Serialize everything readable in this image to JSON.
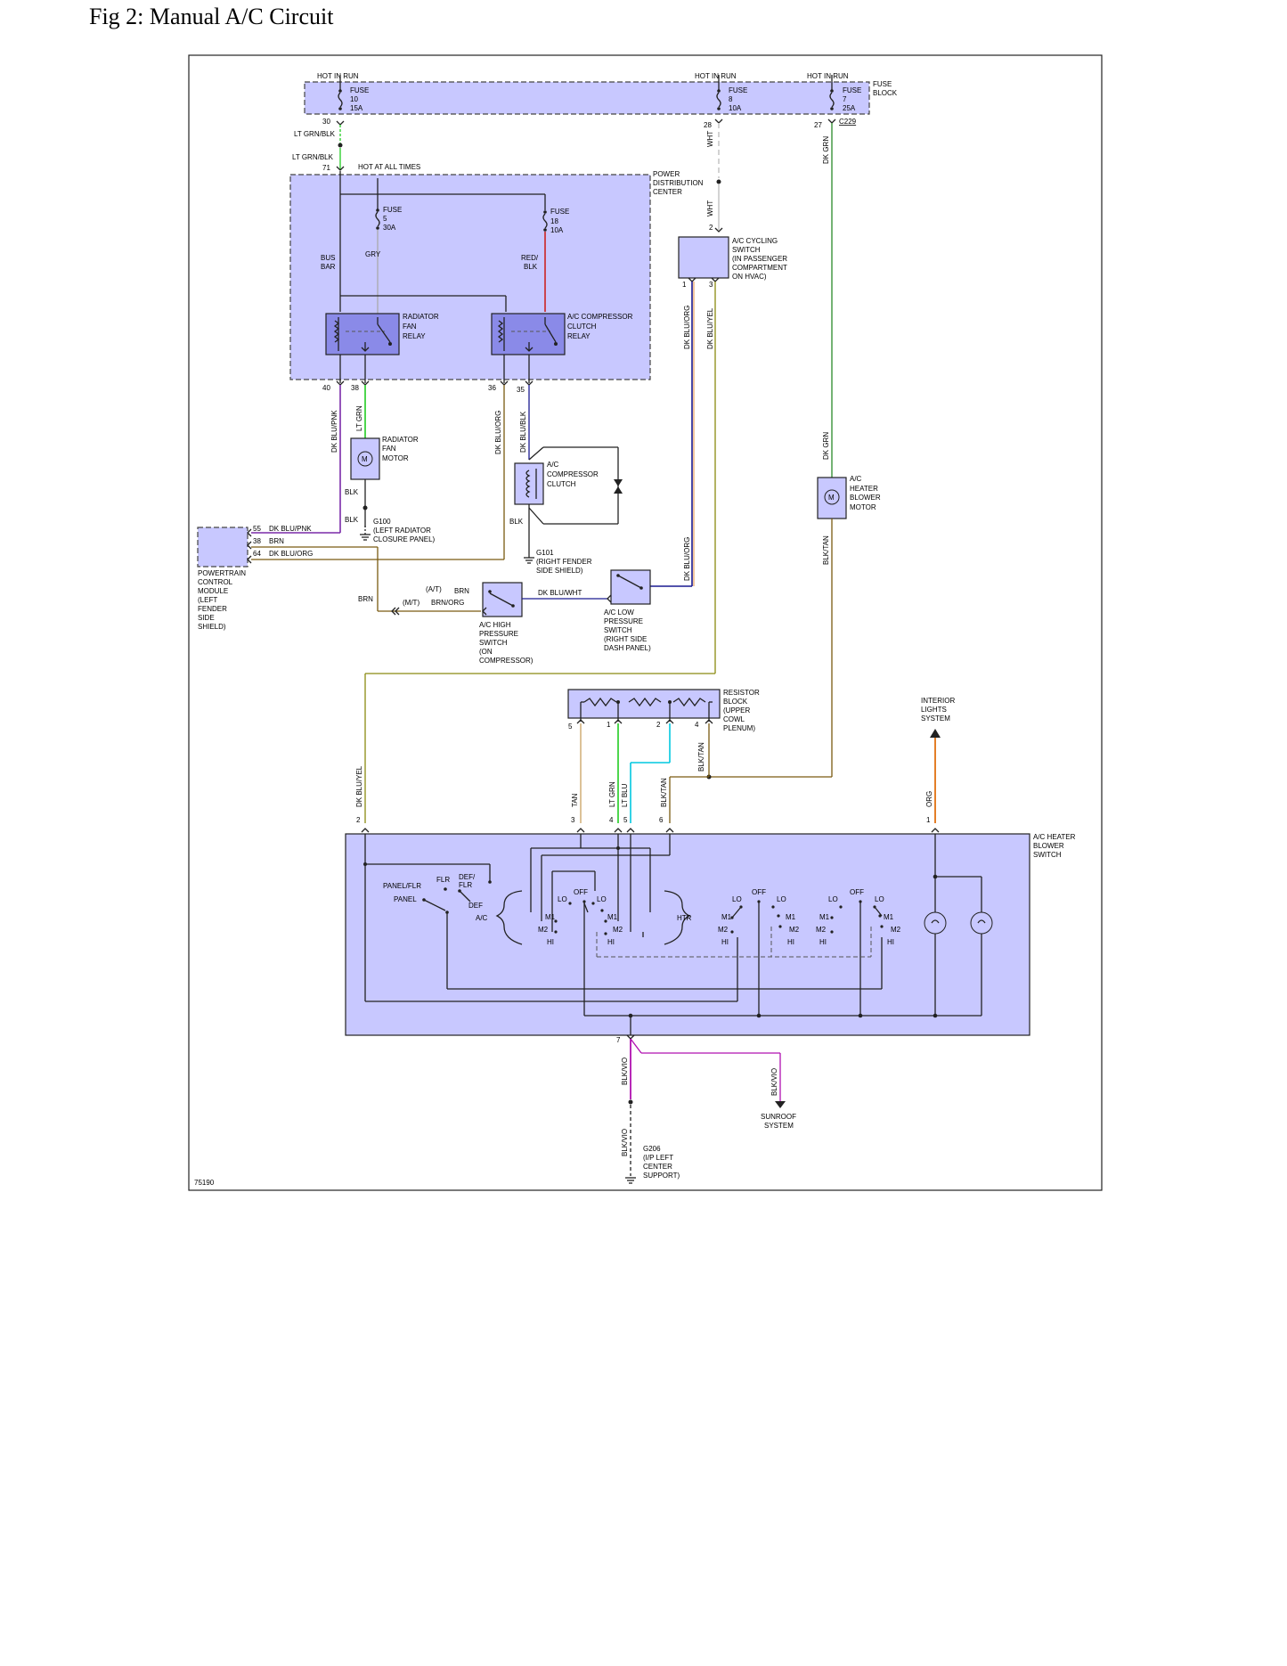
{
  "figure": {
    "title": "Fig 2: Manual A/C Circuit",
    "code": "75190"
  },
  "fuse_block": {
    "label": [
      "FUSE",
      "BLOCK"
    ],
    "hot_in_run": "HOT IN RUN",
    "fuse10": [
      "FUSE",
      "10",
      "15A"
    ],
    "fuse8": [
      "FUSE",
      "8",
      "10A"
    ],
    "fuse7": [
      "FUSE",
      "7",
      "25A"
    ],
    "conn_c229": "C229",
    "pins": {
      "p30": "30",
      "p28": "28",
      "p27": "27"
    }
  },
  "pdc": {
    "label": [
      "POWER",
      "DISTRIBUTION",
      "CENTER"
    ],
    "hot_at_all_times": "HOT AT ALL TIMES",
    "pin71": "71",
    "fuse5": [
      "FUSE",
      "5",
      "30A"
    ],
    "fuse18": [
      "FUSE",
      "18",
      "10A"
    ],
    "bus_bar": [
      "BUS",
      "BAR"
    ],
    "radiator_relay": [
      "RADIATOR",
      "FAN",
      "RELAY"
    ],
    "compressor_relay": [
      "A/C COMPRESSOR",
      "CLUTCH",
      "RELAY"
    ],
    "pins": {
      "p40": "40",
      "p38": "38",
      "p36": "36",
      "p35": "35"
    }
  },
  "components": {
    "cycling_switch": [
      "A/C CYCLING",
      "SWITCH",
      "(IN PASSENGER",
      "COMPARTMENT",
      "ON HVAC)"
    ],
    "cycling_pins": {
      "p2": "2",
      "p1": "1",
      "p3": "3"
    },
    "radiator_fan_motor": [
      "RADIATOR",
      "FAN",
      "MOTOR"
    ],
    "motor_symbol": "M",
    "compressor_clutch": [
      "A/C",
      "COMPRESSOR",
      "CLUTCH"
    ],
    "g100": [
      "G100",
      "(LEFT RADIATOR",
      "CLOSURE PANEL)"
    ],
    "g101": [
      "G101",
      "(RIGHT FENDER",
      "SIDE SHIELD)"
    ],
    "blower_motor": [
      "A/C",
      "HEATER",
      "BLOWER",
      "MOTOR"
    ],
    "pcm": [
      "POWERTRAIN",
      "CONTROL",
      "MODULE",
      "(LEFT",
      "FENDER",
      "SIDE",
      "SHIELD)"
    ],
    "pcm_pins": [
      {
        "pin": "55",
        "wire": "DK BLU/PNK"
      },
      {
        "pin": "38",
        "wire": "BRN"
      },
      {
        "pin": "64",
        "wire": "DK BLU/ORG"
      }
    ],
    "high_pressure_switch": [
      "A/C HIGH",
      "PRESSURE",
      "SWITCH",
      "(ON",
      "COMPRESSOR)"
    ],
    "low_pressure_switch": [
      "A/C LOW",
      "PRESSURE",
      "SWITCH",
      "(RIGHT SIDE",
      "DASH PANEL)"
    ],
    "at_label": "(A/T)",
    "mt_label": "(M/T)",
    "resistor_block": [
      "RESISTOR",
      "BLOCK",
      "(UPPER",
      "COWL",
      "PLENUM)"
    ],
    "resistor_pins": {
      "p5": "5",
      "p1": "1",
      "p2": "2",
      "p4": "4"
    },
    "interior_lights": [
      "INTERIOR",
      "LIGHTS",
      "SYSTEM"
    ],
    "blower_switch": [
      "A/C HEATER",
      "BLOWER",
      "SWITCH"
    ],
    "switch_pins": {
      "p2": "2",
      "p3": "3",
      "p4": "4",
      "p5": "5",
      "p6": "6",
      "p1": "1",
      "p7": "7"
    },
    "sunroof": [
      "SUNROOF",
      "SYSTEM"
    ],
    "g206": [
      "G206",
      "(I/P LEFT",
      "CENTER",
      "SUPPORT)"
    ]
  },
  "switch_positions": {
    "panel_flr": "PANEL/FLR",
    "panel": "PANEL",
    "flr": "FLR",
    "def_flr": [
      "DEF/",
      "FLR"
    ],
    "def": "DEF",
    "ac": "A/C",
    "htr": "HTR",
    "off": "OFF",
    "lo": "LO",
    "m1": "M1",
    "m2": "M2",
    "hi": "HI"
  },
  "wires": {
    "lt_grn_blk": "LT GRN/BLK",
    "wht": "WHT",
    "dk_grn": "DK GRN",
    "gry": "GRY",
    "red_blk": [
      "RED/",
      "BLK"
    ],
    "dk_blu_org": "DK BLU/ORG",
    "dk_blu_yel": "DK BLU/YEL",
    "dk_blu_pnk": "DK BLU/PNK",
    "lt_grn": "LT GRN",
    "dk_blu_blk": "DK BLU/BLK",
    "blk": "BLK",
    "brn": "BRN",
    "brn_org": "BRN/ORG",
    "dk_blu_wht": "DK BLU/WHT",
    "blk_tan": "BLK/TAN",
    "tan": "TAN",
    "lt_blu": "LT BLU",
    "org": "ORG",
    "blk_vio": "BLK/VIO"
  },
  "colors": {
    "lt_grn": "#22cc22",
    "dk_grn": "#2a8a2a",
    "red": "#cc2222",
    "dk_blu": "#1a1a90",
    "purple": "#7a2aa8",
    "brn": "#7a5a10",
    "olive": "#8a8a10",
    "orange": "#e07010",
    "cyan": "#00c8e0",
    "tan": "#c8a060",
    "magenta": "#b010b0",
    "panel": "#c8c8ff"
  }
}
